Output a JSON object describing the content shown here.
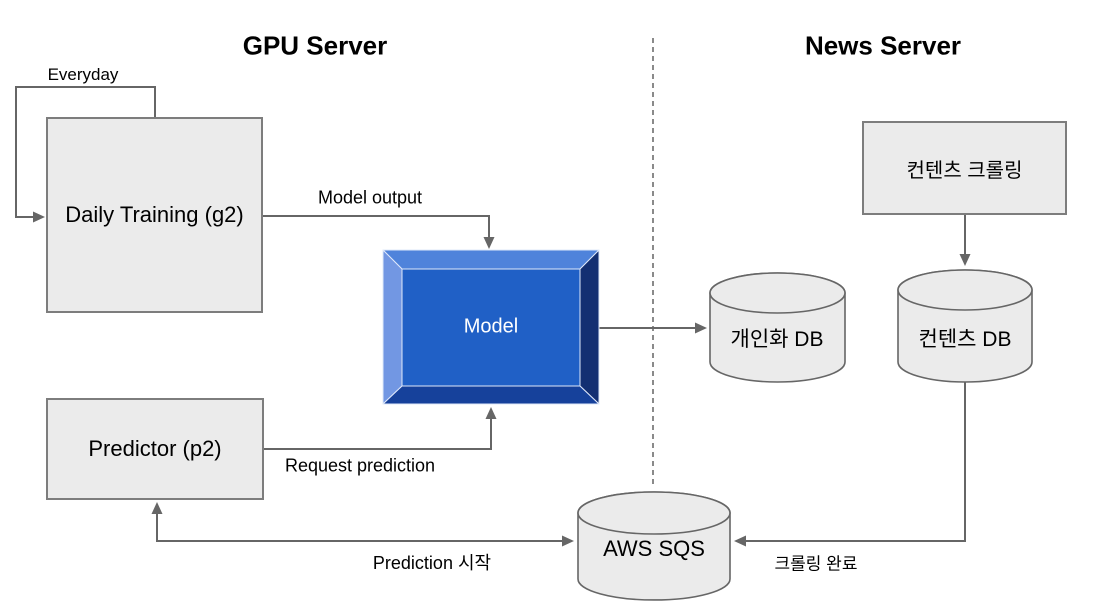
{
  "diagram": {
    "regions": {
      "gpu_server_title": "GPU Server",
      "news_server_title": "News Server"
    },
    "nodes": {
      "daily_training": {
        "label": "Daily Training (g2)"
      },
      "predictor": {
        "label": "Predictor (p2)"
      },
      "model": {
        "label": "Model"
      },
      "personalization_db": {
        "label": "개인화 DB"
      },
      "content_crawling": {
        "label": "컨텐츠 크롤링"
      },
      "content_db": {
        "label": "컨텐츠 DB"
      },
      "aws_sqs": {
        "label": "AWS SQS"
      }
    },
    "edges": {
      "everyday": {
        "label": "Everyday",
        "from": "daily_training",
        "to": "daily_training"
      },
      "model_output": {
        "label": "Model output",
        "from": "daily_training",
        "to": "model"
      },
      "request_prediction": {
        "label": "Request prediction",
        "from": "predictor",
        "to": "model"
      },
      "model_to_personalization_db": {
        "label": "",
        "from": "model",
        "to": "personalization_db"
      },
      "crawling_to_content_db": {
        "label": "",
        "from": "content_crawling",
        "to": "content_db"
      },
      "crawling_done": {
        "label": "크롤링 완료",
        "from": "content_db",
        "to": "aws_sqs"
      },
      "prediction_start": {
        "label": "Prediction 시작",
        "from": "aws_sqs",
        "to": "predictor",
        "bidirectional": true
      }
    },
    "colors": {
      "box_fill": "#ebebeb",
      "box_border": "#7d7d7d",
      "line": "#666666",
      "divider": "#8a8a8a",
      "model_face": "#2060c6",
      "model_top": "#4f83db",
      "model_left": "#7297e3",
      "model_right": "#132f72",
      "model_bottom": "#16419b",
      "model_text": "#ffffff",
      "squiggle": "#dd6b6b"
    }
  }
}
